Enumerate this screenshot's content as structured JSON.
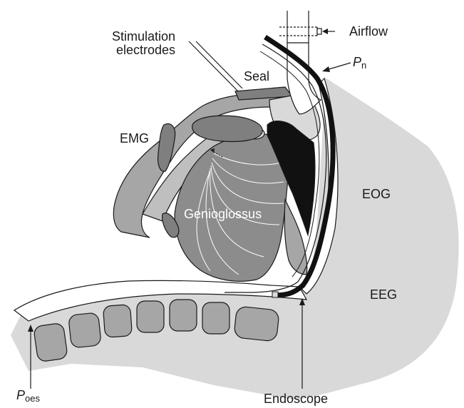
{
  "labels": {
    "stimulation": [
      "Stimulation",
      "electrodes"
    ],
    "seal": "Seal",
    "airflow": "Airflow",
    "pn_letter": "P",
    "pn_sub": "n",
    "emg": "EMG",
    "eog": "EOG",
    "eeg": "EEG",
    "genioglossus": "Genioglossus",
    "poes_letter": "P",
    "poes_sub": "oes",
    "endoscope": "Endoscope"
  },
  "colors": {
    "tissue_light": "#d9d9d9",
    "tissue_mid": "#a6a6a6",
    "tissue_dark": "#7f7f7f",
    "tongue": "#8c8c8c",
    "line": "#1a1a1a",
    "endoscope": "#111111",
    "white": "#ffffff"
  }
}
